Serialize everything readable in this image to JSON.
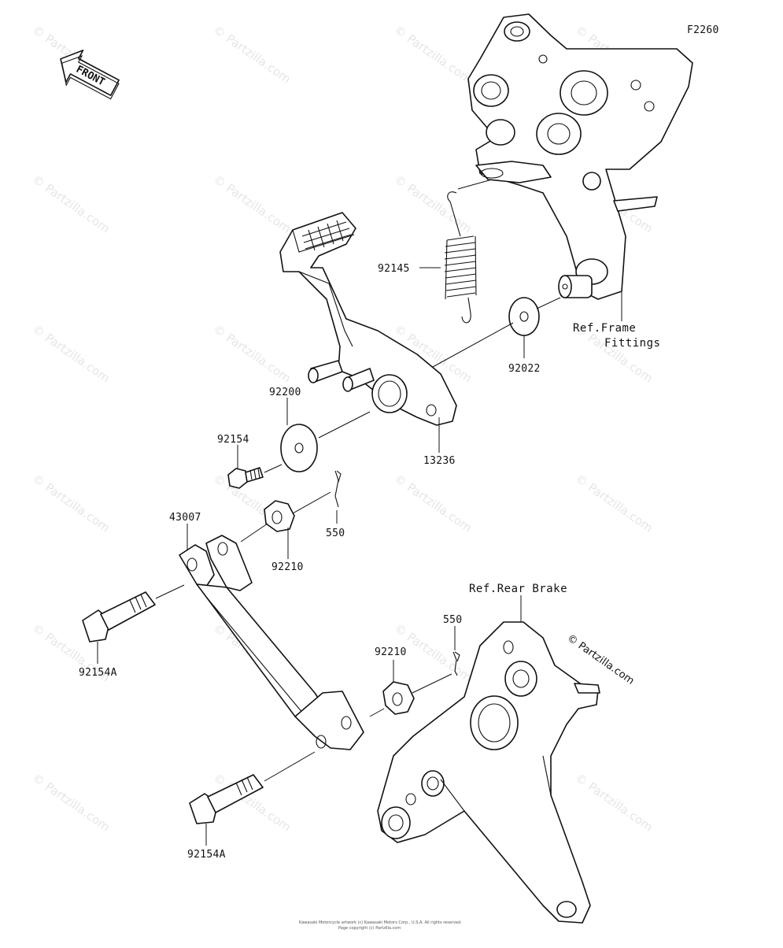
{
  "figure_id": "F2260",
  "front_arrow_label": "FRONT",
  "watermark": "© Partzilla.com",
  "parts": [
    {
      "key": "spring",
      "number": "92145"
    },
    {
      "key": "washer_top",
      "number": "92022"
    },
    {
      "key": "pedal",
      "number": "13236"
    },
    {
      "key": "washer_pedal",
      "number": "92200"
    },
    {
      "key": "bolt_pedal",
      "number": "92154"
    },
    {
      "key": "cotter_upper",
      "number": "550"
    },
    {
      "key": "joint_upper",
      "number": "92210"
    },
    {
      "key": "rod",
      "number": "43007"
    },
    {
      "key": "bolt_left_upper",
      "number": "92154A"
    },
    {
      "key": "cotter_lower",
      "number": "550"
    },
    {
      "key": "joint_lower",
      "number": "92210"
    },
    {
      "key": "bolt_left_lower",
      "number": "92154A"
    }
  ],
  "references": {
    "frame_line1": "Ref.Frame",
    "frame_line2": "Fittings",
    "rear_brake": "Ref.Rear Brake"
  },
  "copyright_line1": "Kawasaki Motorcycle artwork (c) Kawasaki Motors Corp., U.S.A. All rights reserved.",
  "copyright_line2": "Page copyright (c) Partzilla.com"
}
